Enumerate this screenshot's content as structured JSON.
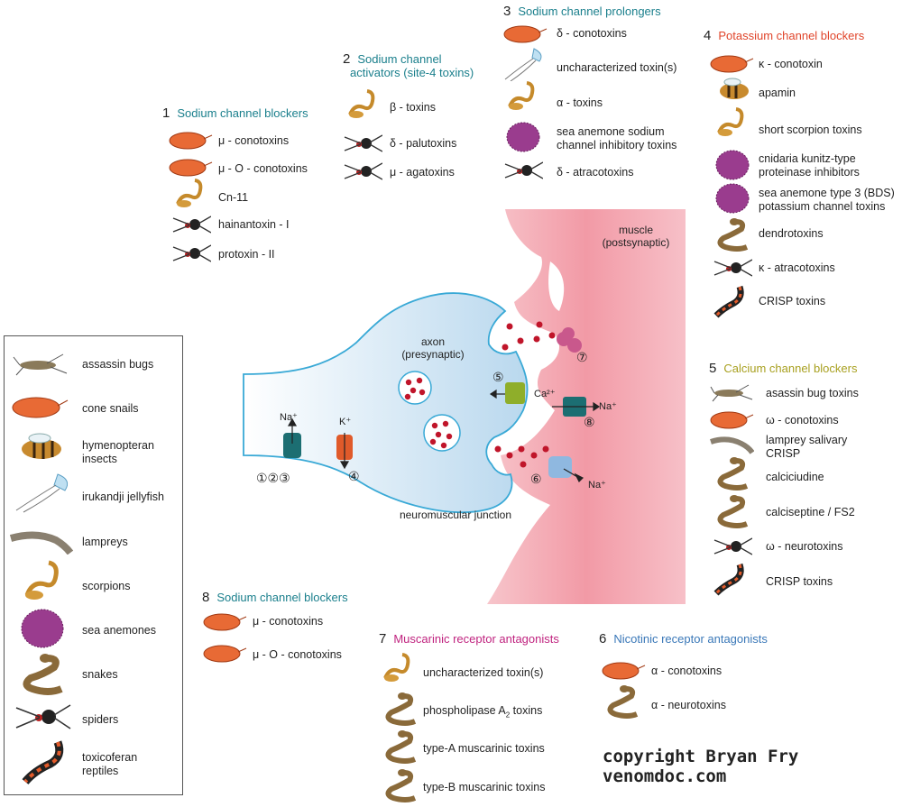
{
  "sections": {
    "s1": {
      "num": "1",
      "title": "Sodium channel blockers",
      "items": [
        "μ - conotoxins",
        "μ - O - conotoxins",
        "Cn-11",
        "hainantoxin - I",
        "protoxin - II"
      ]
    },
    "s2": {
      "num": "2",
      "title_line1": "Sodium channel",
      "title_line2": "activators (site-4 toxins)",
      "items": [
        "β - toxins",
        "δ - palutoxins",
        "μ - agatoxins"
      ]
    },
    "s3": {
      "num": "3",
      "title": "Sodium channel prolongers",
      "items": [
        "δ - conotoxins",
        "uncharacterized toxin(s)",
        "α - toxins",
        "sea anemone sodium",
        "channel inhibitory toxins",
        "δ - atracotoxins"
      ]
    },
    "s4": {
      "num": "4",
      "title": "Potassium channel blockers",
      "items": [
        "κ - conotoxin",
        "apamin",
        "short scorpion toxins",
        "cnidaria kunitz-type",
        "proteinase inhibitors",
        "sea anemone type 3 (BDS)",
        "potassium channel toxins",
        "dendrotoxins",
        "κ - atracotoxins",
        "CRISP toxins"
      ]
    },
    "s5": {
      "num": "5",
      "title": "Calcium channel blockers",
      "items": [
        "asassin bug toxins",
        "ω - conotoxins",
        "lamprey salivary",
        "CRISP",
        "calciciudine",
        "calciseptine / FS2",
        "ω - neurotoxins",
        "CRISP toxins"
      ]
    },
    "s6": {
      "num": "6",
      "title": "Nicotinic receptor antagonists",
      "items": [
        "α - conotoxins",
        "α - neurotoxins"
      ]
    },
    "s7": {
      "num": "7",
      "title": "Muscarinic receptor antagonists",
      "items": [
        "uncharacterized toxin(s)",
        "phospholipase A",
        "2",
        " toxins",
        "type-A muscarinic toxins",
        "type-B muscarinic  toxins"
      ]
    },
    "s8": {
      "num": "8",
      "title": "Sodium channel blockers",
      "items": [
        "μ - conotoxins",
        "μ - O - conotoxins"
      ]
    }
  },
  "legend": [
    "assassin bugs",
    "cone snails",
    "hymenopteran",
    "insects",
    "irukandji jellyfish",
    "lampreys",
    "scorpions",
    "sea anemones",
    "snakes",
    "spiders",
    "toxicoferan",
    "reptiles"
  ],
  "diagram": {
    "axon1": "axon",
    "axon2": "(presynaptic)",
    "muscle1": "muscle",
    "muscle2": "(postsynaptic)",
    "nmj": "neuromuscular junction",
    "na": "Na⁺",
    "k": "K⁺",
    "ca": "Ca²⁺",
    "na2": "Na⁺",
    "na3": "Na⁺",
    "n123": "①②③",
    "n4": "④",
    "n5": "⑤",
    "n6": "⑥",
    "n7": "⑦",
    "n8": "⑧"
  },
  "copyright": {
    "line1": "copyright Bryan Fry",
    "line2": "venomdoc.com"
  },
  "colors": {
    "teal": "#1a7f8c",
    "red": "#e0452b",
    "olive": "#a8a020",
    "magenta": "#c0237f",
    "blue": "#3a78b8",
    "axon": "#cfe3f3",
    "muscle": "#f39aa5"
  }
}
